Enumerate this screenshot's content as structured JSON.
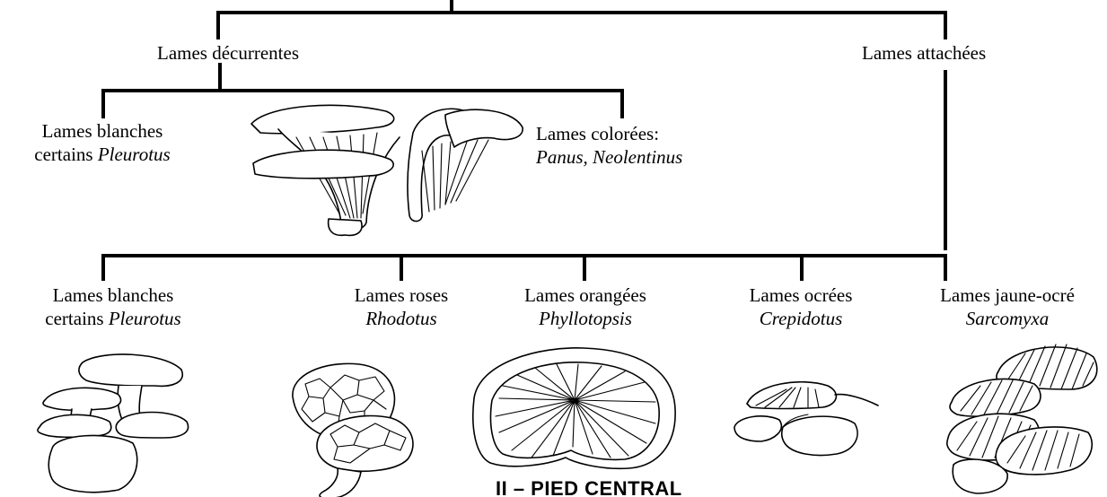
{
  "branches": {
    "decurrent": "Lames décurrentes",
    "attached": "Lames attachées"
  },
  "decurrent_children": {
    "white": {
      "line1": "Lames blanches",
      "line2_prefix": "certains ",
      "line2_genus": "Pleurotus"
    },
    "colored": {
      "line1": "Lames colorées:",
      "genera": "Panus, Neolentinus"
    }
  },
  "attached_children": [
    {
      "label": "Lames blanches",
      "prefix": "certains ",
      "genus": "Pleurotus"
    },
    {
      "label": "Lames roses",
      "prefix": "",
      "genus": "Rhodotus"
    },
    {
      "label": "Lames orangées",
      "prefix": "",
      "genus": "Phyllotopsis"
    },
    {
      "label": "Lames ocrées",
      "prefix": "",
      "genus": "Crepidotus"
    },
    {
      "label": "Lames jaune-ocré",
      "prefix": "",
      "genus": "Sarcomyxa"
    }
  ],
  "section_title": "II – PIED CENTRAL",
  "illustrations": [
    "pleurotus-panus-drawing",
    "pleurotus-cluster-drawing",
    "rhodotus-drawing",
    "phyllotopsis-drawing",
    "crepidotus-drawing",
    "sarcomyxa-drawing"
  ]
}
